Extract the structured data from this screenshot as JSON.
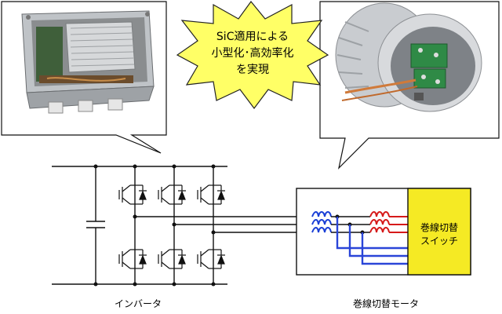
{
  "burst": {
    "line1": "SiC適用による",
    "line2": "小型化･高効率化",
    "line3": "を実現"
  },
  "captions": {
    "inverter": "インバータ",
    "motor": "巻線切替モータ"
  },
  "switch_box": {
    "line1": "巻線切替",
    "line2": "スイッチ"
  },
  "colors": {
    "burst_fill": "#ffff66",
    "switch_fill": "#f5ea24",
    "coil_blue": "#1a3fd6",
    "coil_red": "#d61a1a",
    "wire_blue": "#2a45d8"
  },
  "photos": {
    "left": "inverter-photo",
    "right": "motor-photo"
  }
}
